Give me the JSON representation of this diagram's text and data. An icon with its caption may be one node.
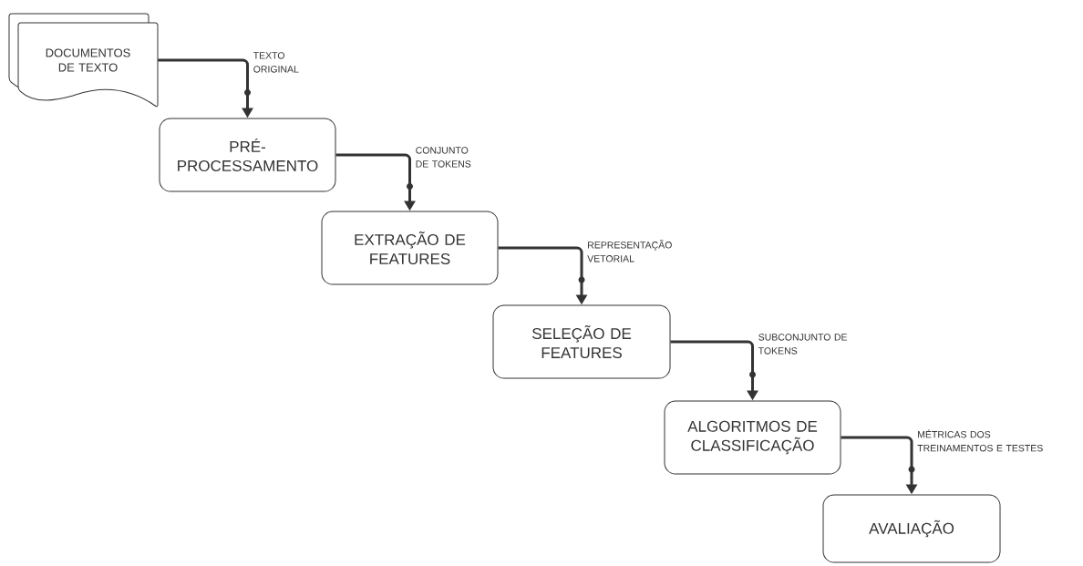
{
  "diagram": {
    "nodes": [
      {
        "text": [
          "DOCUMENTOS DE TEXTO"
        ]
      },
      {
        "text": [
          "PRÉ-PROCESSAMENTO"
        ]
      },
      {
        "text": [
          "EXTRAÇÃO DE FEATURES"
        ]
      },
      {
        "text": [
          "SELEÇÃO DE FEATURES"
        ]
      },
      {
        "text": [
          "ALGORITMOS DE CLASSIFICAÇÃO"
        ]
      },
      {
        "text": [
          "AVALIAÇÃO"
        ]
      }
    ],
    "edges": [
      {
        "from": 0,
        "to": 1,
        "arrow": "to",
        "label": "TEXTO ORIGINAL"
      },
      {
        "from": 1,
        "to": 2,
        "arrow": "to",
        "label": "CONJUNTO DE TOKENS"
      },
      {
        "from": 2,
        "to": 3,
        "arrow": "to",
        "label": "REPRESENTAÇÃO VETORIAL"
      },
      {
        "from": 3,
        "to": 4,
        "arrow": "to",
        "label": "SUBCONJUNTO DE TOKENS"
      },
      {
        "from": 4,
        "to": 5,
        "arrow": "to",
        "label": "MÉTRICAS DOS TREINAMENTOS E TESTES"
      }
    ]
  }
}
